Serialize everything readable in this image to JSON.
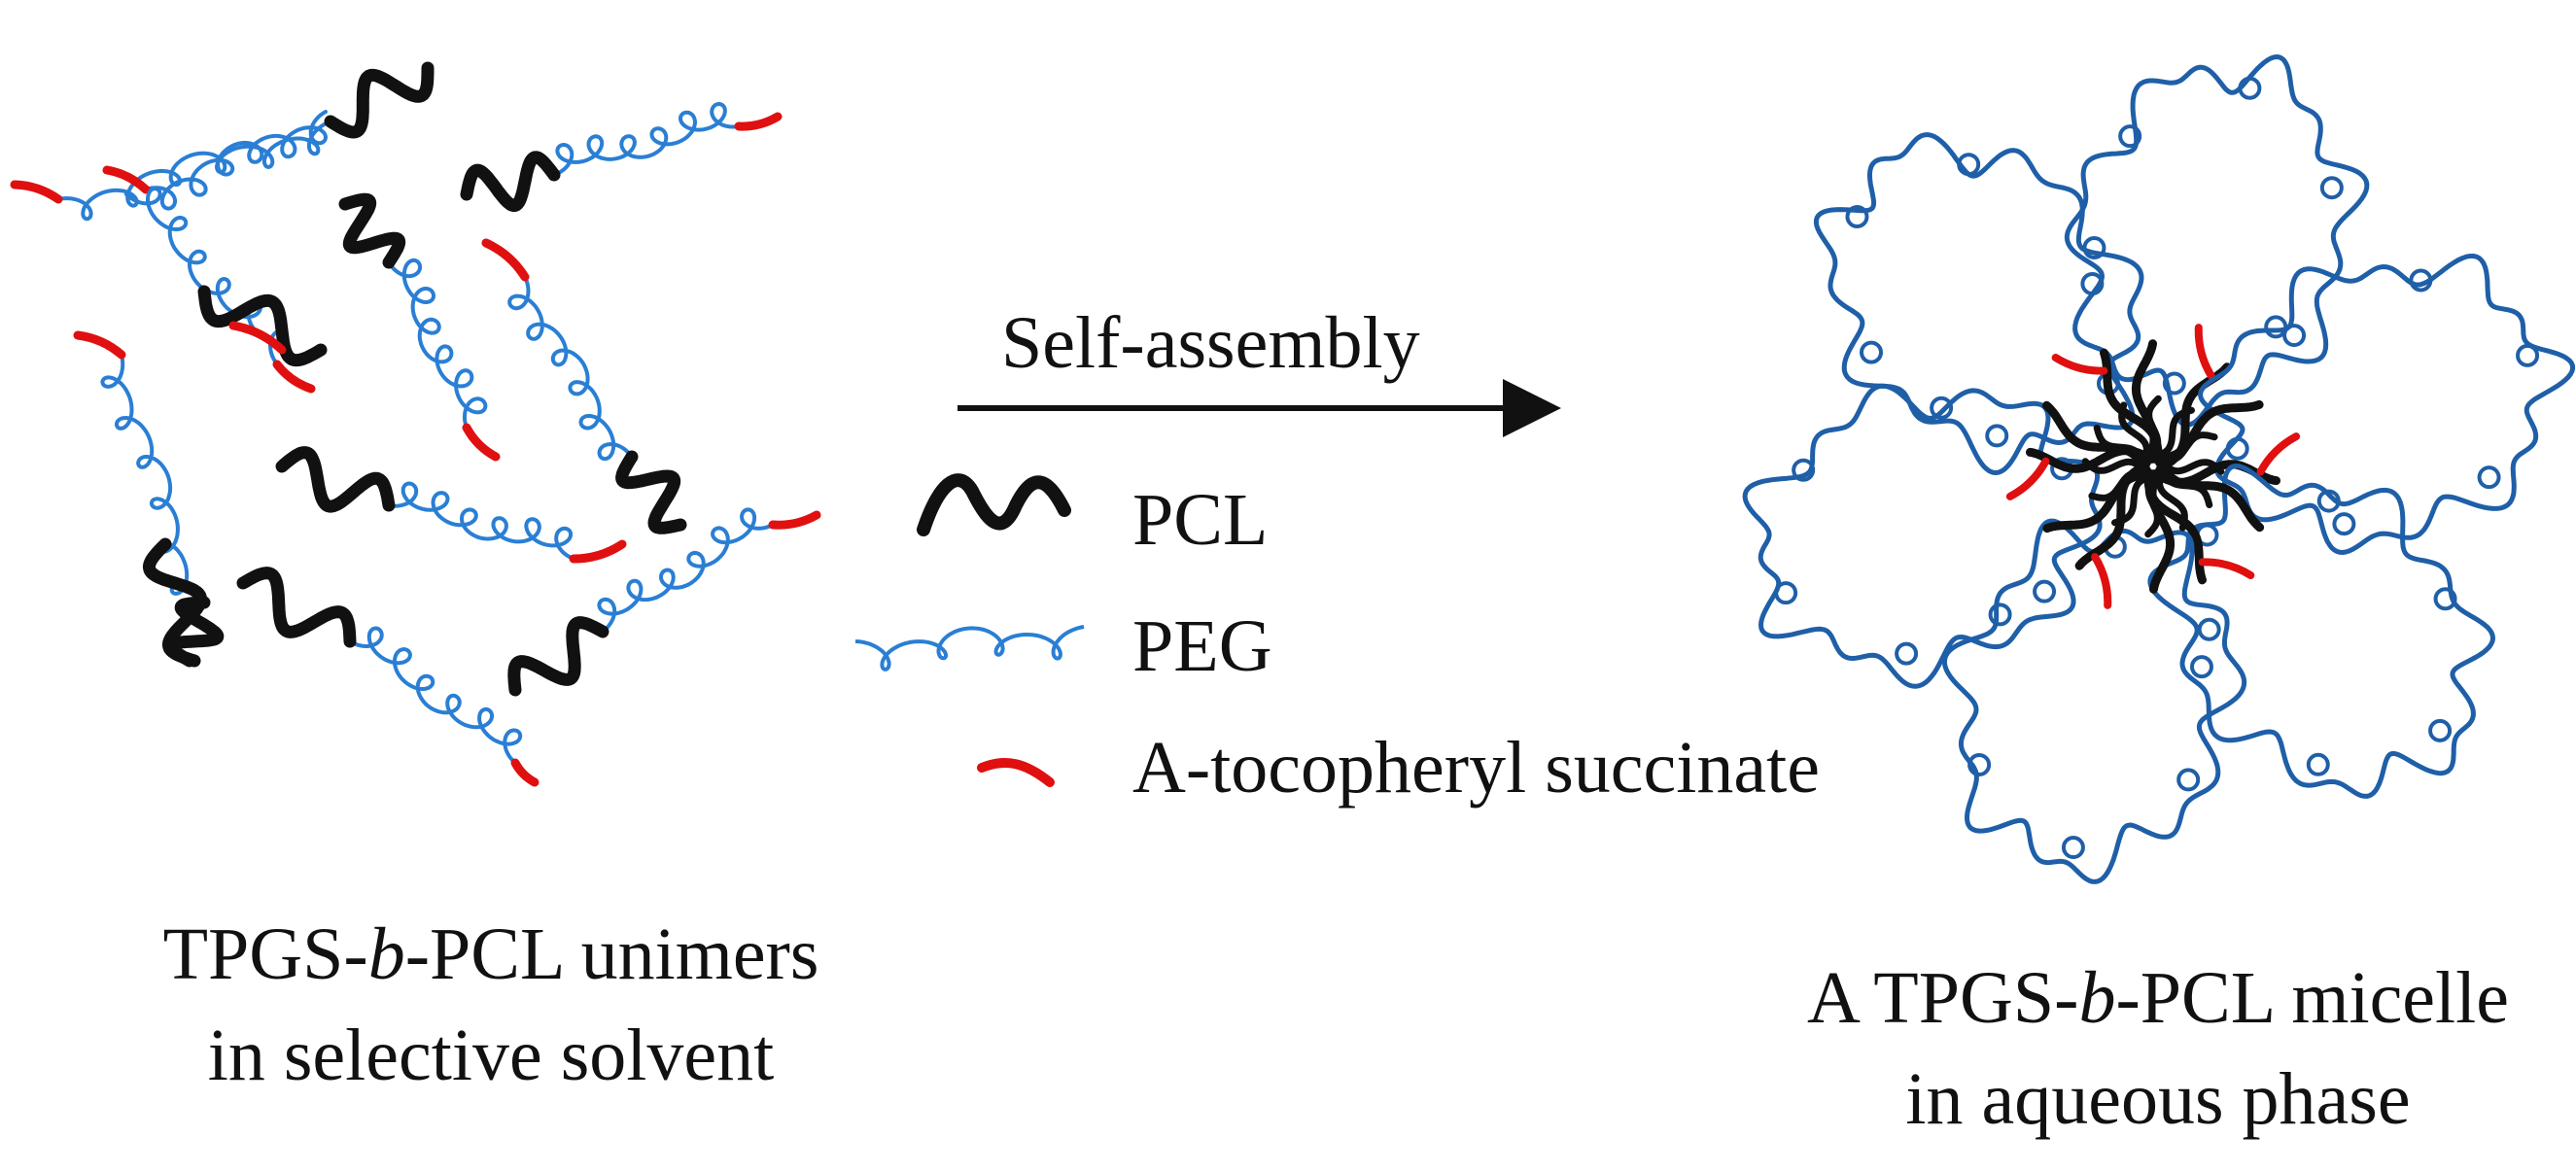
{
  "arrow": {
    "label": "Self-assembly"
  },
  "legend": {
    "pcl": "PCL",
    "peg": "PEG",
    "tocopheryl": "A-tocopheryl succinate"
  },
  "captions": {
    "left": {
      "prefix": "TPGS-",
      "italic": "b",
      "suffix": "-PCL unimers",
      "line2": "in selective solvent"
    },
    "right": {
      "prefix": "A TPGS-",
      "italic": "b",
      "suffix": "-PCL micelle",
      "line2": "in aqueous phase"
    }
  },
  "colors": {
    "pcl": "#111111",
    "peg": "#2a7fd4",
    "tocopheryl": "#e01010",
    "micelle_shell": "#1f5fa8",
    "text": "#111111"
  }
}
